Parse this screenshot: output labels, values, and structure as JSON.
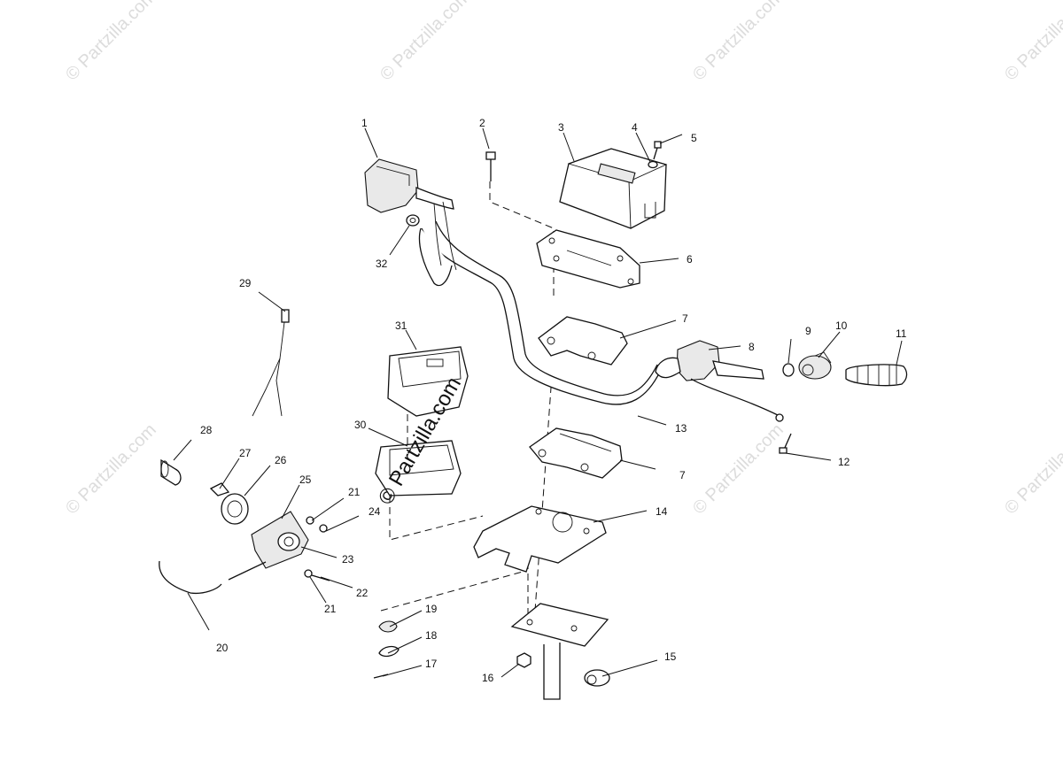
{
  "watermark": "© Partzilla.com",
  "center_watermark": "© Partzilla.com",
  "callouts": [
    "1",
    "2",
    "3",
    "4",
    "5",
    "6",
    "7",
    "8",
    "9",
    "10",
    "11",
    "12",
    "13",
    "7",
    "14",
    "15",
    "16",
    "17",
    "18",
    "19",
    "20",
    "21",
    "22",
    "23",
    "24",
    "21",
    "25",
    "26",
    "27",
    "28",
    "29",
    "30",
    "31",
    "32"
  ]
}
